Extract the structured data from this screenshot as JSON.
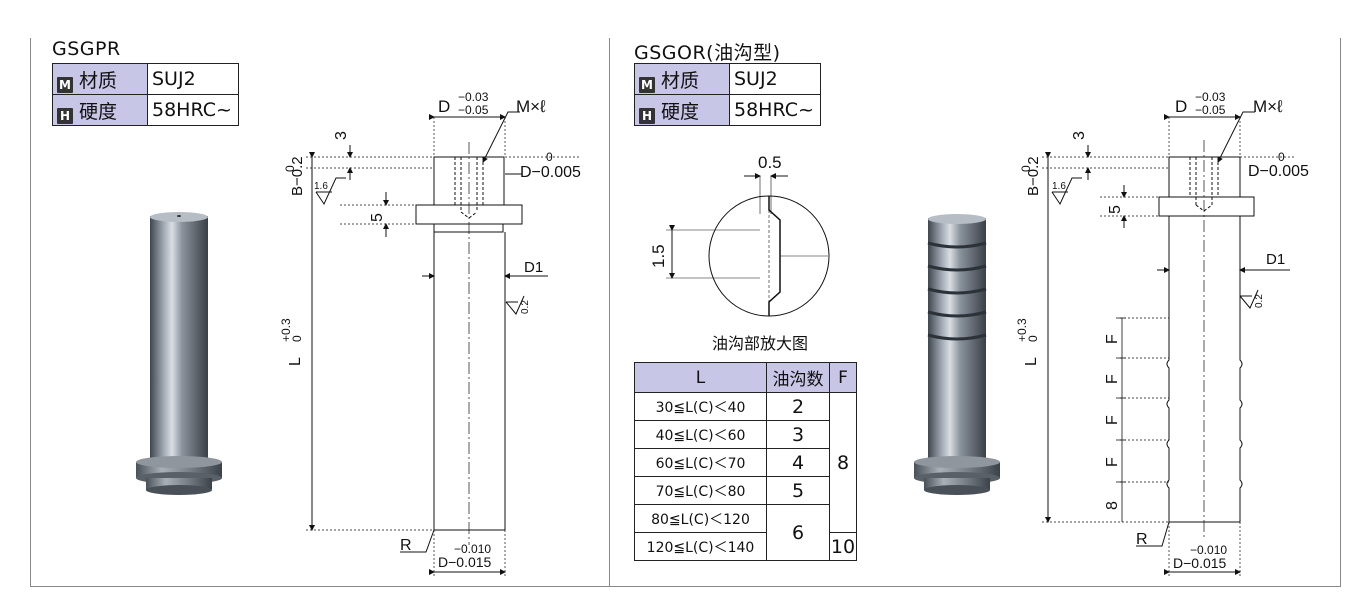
{
  "left": {
    "title": "GSGPR",
    "material_label": "材质",
    "material_value": "SUJ2",
    "hardness_label": "硬度",
    "hardness_value": "58HRC~",
    "material_badge": "M",
    "hardness_badge": "H"
  },
  "right": {
    "title": "GSGOR(油沟型)",
    "material_label": "材质",
    "material_value": "SUJ2",
    "hardness_label": "硬度",
    "hardness_value": "58HRC~",
    "material_badge": "M",
    "hardness_badge": "H"
  },
  "drawing_labels": {
    "d_tol_top": "−0.03",
    "d_tol_bot": "−0.05",
    "d_letter": "D",
    "m_l": "M×ℓ",
    "three": "3",
    "b_zero": "0",
    "b_tol": "B−0.2",
    "d_fit_zero": "0",
    "d_fit": "D−0.005",
    "roughness_1_6": "1.6",
    "five": "5",
    "d1": "D1",
    "roughness_0_2": "0.2",
    "l_tol_top": "+0.3",
    "l_tol_bot": "0",
    "l_letter": "L",
    "r_letter": "R",
    "d_bot_tol_top": "−0.010",
    "d_bot_tol_bot": "D−0.015",
    "f_letter": "F",
    "eight": "8"
  },
  "groove_detail": {
    "width": "0.5",
    "depth": "1.5",
    "caption": "油沟部放大图"
  },
  "groove_table": {
    "headers": [
      "L",
      "油沟数",
      "F"
    ],
    "rows": [
      {
        "range": "30≦L(C)＜40",
        "count": "2"
      },
      {
        "range": "40≦L(C)＜60",
        "count": "3"
      },
      {
        "range": "60≦L(C)＜70",
        "count": "4"
      },
      {
        "range": "70≦L(C)＜80",
        "count": "5"
      },
      {
        "range": "80≦L(C)＜120",
        "count": "6"
      },
      {
        "range": "120≦L(C)＜140",
        "count": ""
      }
    ],
    "f_values": [
      "8",
      "10"
    ]
  }
}
